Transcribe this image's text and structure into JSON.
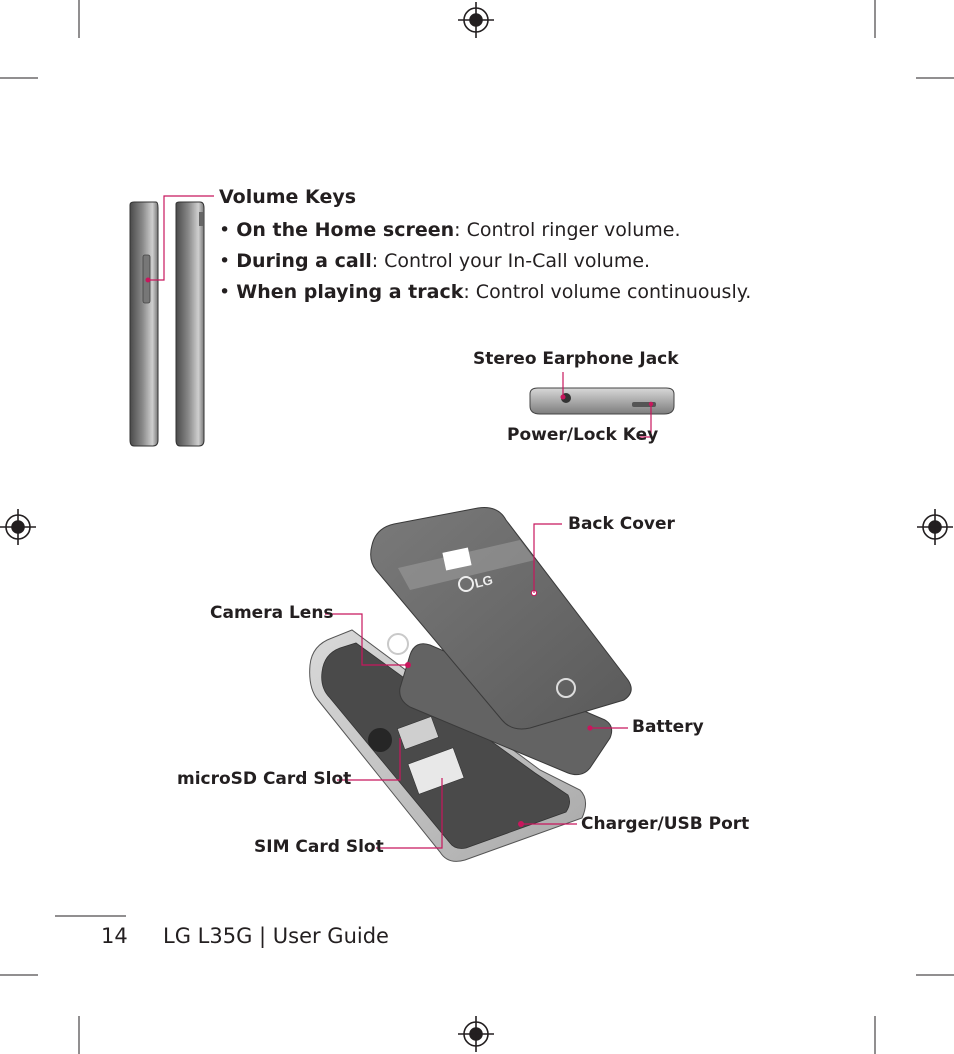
{
  "volume_keys": {
    "title": "Volume Keys",
    "bullets": [
      {
        "bold": "On the Home screen",
        "text": ": Control ringer volume."
      },
      {
        "bold": "During a call",
        "text": ": Control your In-Call volume."
      },
      {
        "bold": "When playing a track",
        "text": ": Control volume continuously."
      }
    ]
  },
  "labels": {
    "stereo_jack": "Stereo Earphone Jack",
    "power_lock": "Power/Lock Key",
    "back_cover": "Back Cover",
    "camera_lens": "Camera Lens",
    "battery": "Battery",
    "microsd": "microSD Card Slot",
    "sim": "SIM Card Slot",
    "charger": "Charger/USB Port"
  },
  "footer": {
    "page_number": "14",
    "title": "LG L35G  |  User Guide"
  },
  "colors": {
    "callout": "#c8175d",
    "phone_dark": "#5f5f5f",
    "phone_light": "#b9b9b9",
    "text": "#231f20"
  }
}
